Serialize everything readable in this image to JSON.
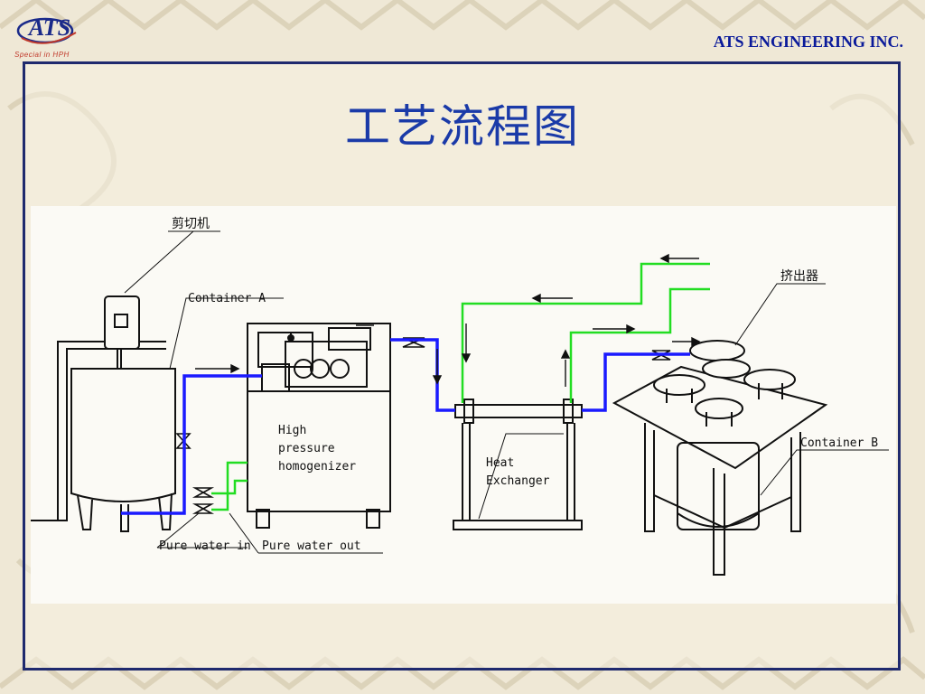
{
  "header": {
    "logo_text": "ATS",
    "logo_tagline": "Special in HPH",
    "company": "ATS ENGINEERING INC."
  },
  "slide": {
    "title": "工艺流程图"
  },
  "diagram": {
    "labels": {
      "shear_machine": "剪切机",
      "container_a": "Container A",
      "homogenizer_line1": "High",
      "homogenizer_line2": "pressure",
      "homogenizer_line3": "homogenizer",
      "heat_exchanger_line1": "Heat",
      "heat_exchanger_line2": "Exchanger",
      "extruder": "挤出器",
      "container_b": "Container B",
      "pure_water_in": "Pure water in",
      "pure_water_out": "Pure water out"
    },
    "colors": {
      "product_line": "#1a1aff",
      "water_line": "#22dd22",
      "equipment": "#111111"
    }
  }
}
